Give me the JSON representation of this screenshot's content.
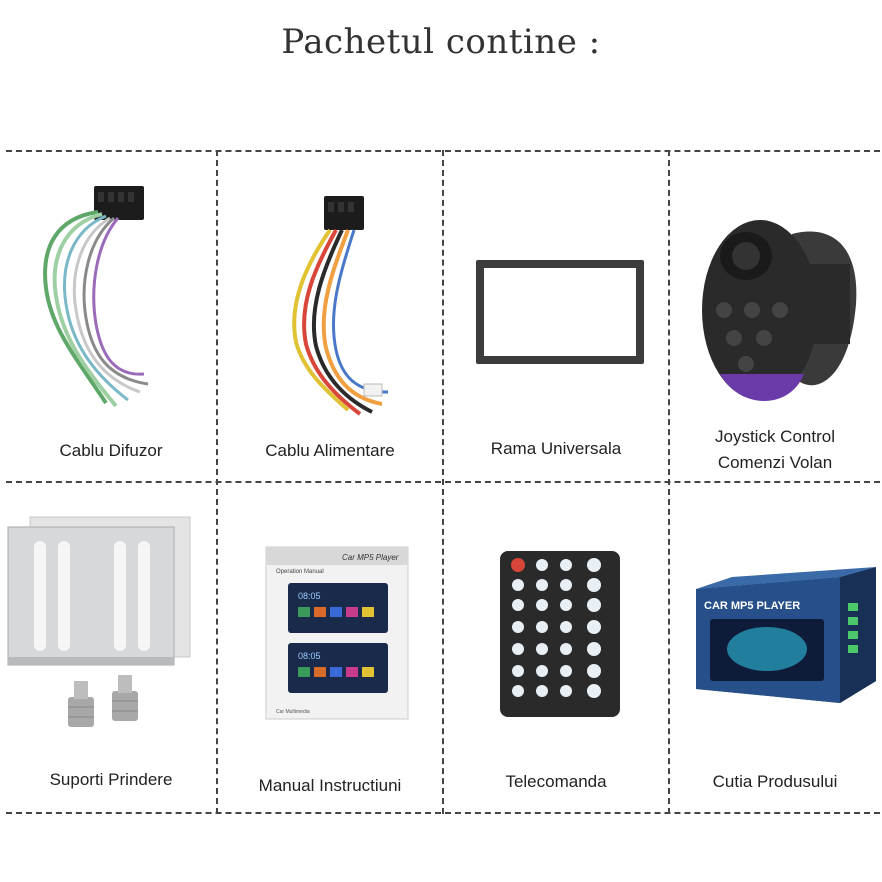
{
  "title": "Pachetul contine :",
  "items": [
    {
      "label": "Cablu Difuzor"
    },
    {
      "label": "Cablu Alimentare"
    },
    {
      "label": "Rama Universala"
    },
    {
      "label": "Joystick Control",
      "label2": "Comenzi Volan"
    },
    {
      "label": "Suporti Prindere"
    },
    {
      "label": "Manual Instructiuni"
    },
    {
      "label": "Telecomanda"
    },
    {
      "label": "Cutia Produsului"
    }
  ],
  "manual": {
    "header": "Car MP5 Player",
    "subheader": "Operation Manual",
    "time1": "08:05",
    "time2": "08:05",
    "footer": "Car Multimedia"
  },
  "box": {
    "brand": "CAR MP5 PLAYER"
  },
  "colors": {
    "grid": "#444444",
    "wire_green": "#5fa86a",
    "wire_yellow": "#e0c233",
    "wire_red": "#d8463a",
    "joystick": "#2a2a2a",
    "accent_purple": "#6a3aa8"
  }
}
